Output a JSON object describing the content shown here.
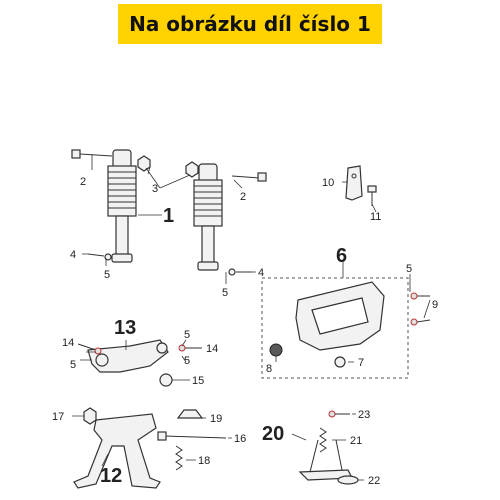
{
  "header": {
    "title": "Na obrázku díl číslo 1",
    "color": "#ffd200"
  },
  "callouts": {
    "n1": "1",
    "n2a": "2",
    "n2b": "2",
    "n3": "3",
    "n4a": "4",
    "n4b": "4",
    "n5a": "5",
    "n5b": "5",
    "n6": "6",
    "n5c": "5",
    "n9": "9",
    "n8": "8",
    "n7": "7",
    "n10": "10",
    "n11": "11",
    "n13": "13",
    "n14a": "14",
    "n5d": "5",
    "n5e": "5",
    "n14b": "14",
    "n5f": "5",
    "n15": "15",
    "n17": "17",
    "n19": "19",
    "n16": "16",
    "n18": "18",
    "n12": "12",
    "n20": "20",
    "n23": "23",
    "n21": "21",
    "n22": "22"
  }
}
